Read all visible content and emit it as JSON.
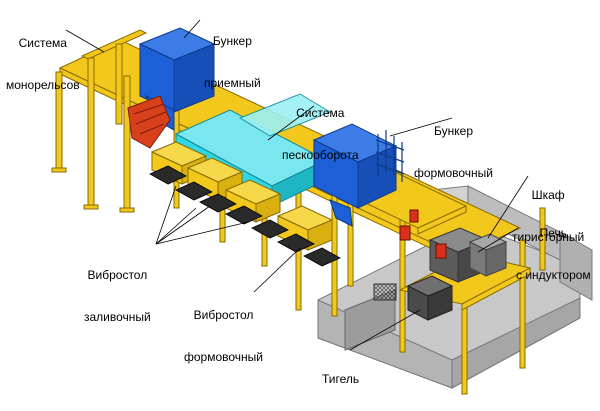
{
  "labels": {
    "monorail": [
      "Система",
      "монорельсов"
    ],
    "receiving_bunker": [
      "Бункер",
      "приемный"
    ],
    "sand_system": [
      "Система",
      "пескооборота"
    ],
    "molding_bunker": [
      "Бункер",
      "формовочный"
    ],
    "thyristor_cabinet": [
      "Шкаф",
      "тиристорный"
    ],
    "induction_furnace": [
      "Печь",
      "с индуктором"
    ],
    "pouring_vibrotable": [
      "Вибростол",
      "заливочный"
    ],
    "molding_vibrotable": [
      "Вибростол",
      "формовочный"
    ],
    "crucible": [
      "Тигель"
    ]
  },
  "colors": {
    "frame": "#f2c81c",
    "frame_edge": "#8a6b00",
    "bunker": "#1c5fd6",
    "sand_conveyor": "#2fd6e6",
    "bogie": "#2a2a2a",
    "hopper_red": "#d8401c",
    "platform": "#c8c8c8",
    "platform_dark": "#9c9c9c"
  }
}
